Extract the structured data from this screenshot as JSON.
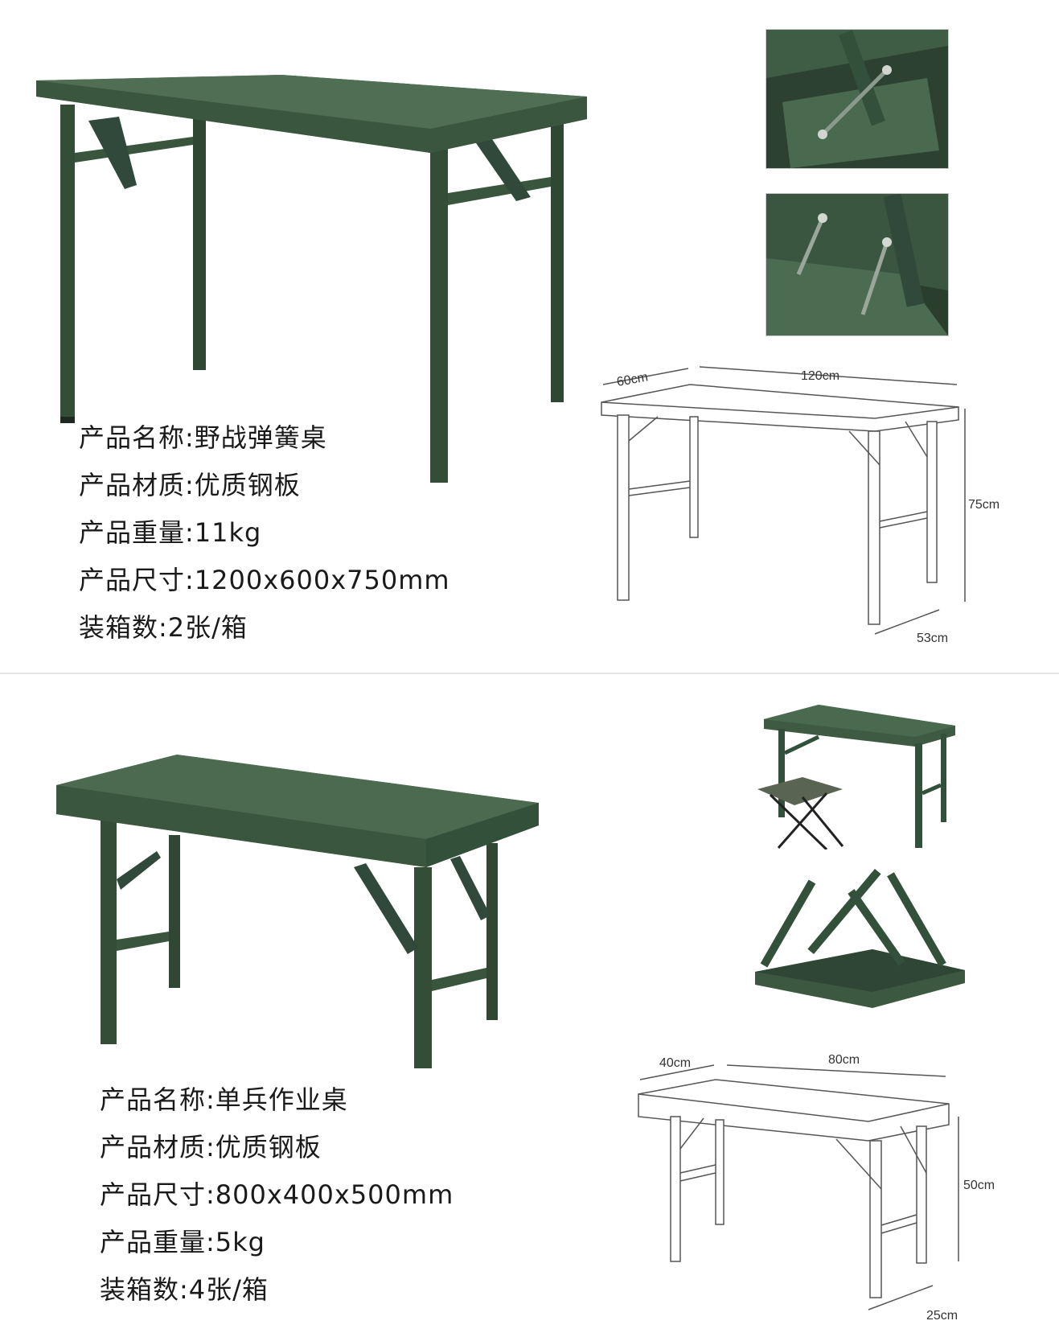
{
  "product_1": {
    "specs": [
      "产品名称:野战弹簧桌",
      "产品材质:优质钢板",
      "产品重量:11kg",
      "产品尺寸:1200x600x750mm",
      "装箱数:2张/箱"
    ],
    "dimensions": {
      "depth": "60cm",
      "width": "120cm",
      "height": "75cm",
      "leg_span": "53cm"
    }
  },
  "product_2": {
    "specs": [
      "产品名称:单兵作业桌",
      "产品材质:优质钢板",
      "产品尺寸:800x400x500mm",
      "产品重量:5kg",
      "装箱数:4张/箱"
    ],
    "dimensions": {
      "depth": "40cm",
      "width": "80cm",
      "height": "50cm",
      "leg_span": "25cm"
    }
  },
  "colors": {
    "table_green": "#3d5a40",
    "table_top": "#46644a",
    "line_drawing": "#555555"
  }
}
